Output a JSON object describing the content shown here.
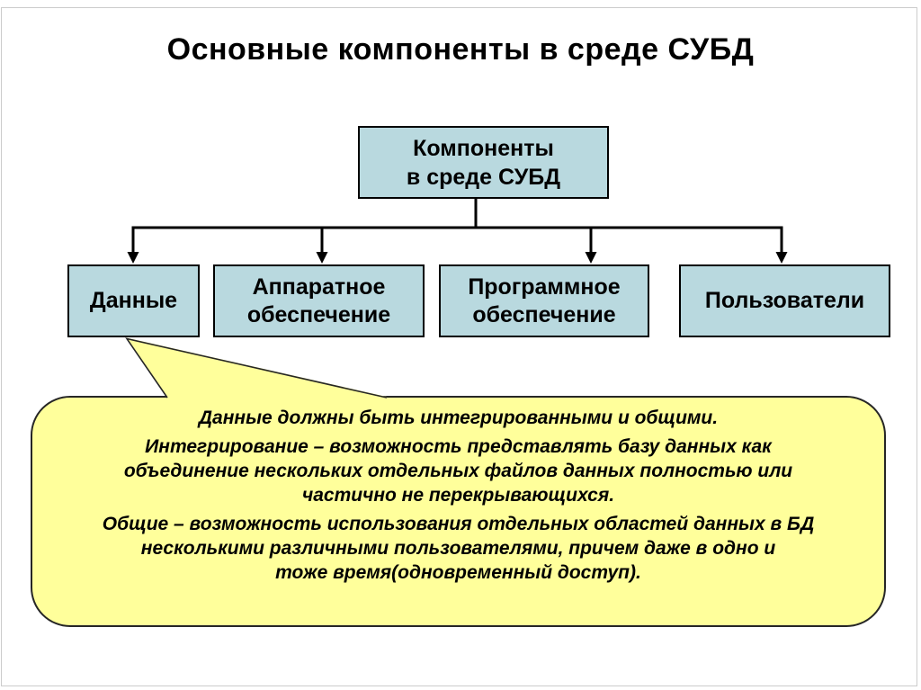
{
  "slide": {
    "title": "Основные компоненты в среде СУБД"
  },
  "diagram": {
    "root": {
      "label": "Компоненты в среде СУБД",
      "lines": [
        "Компоненты",
        "в среде СУБД"
      ]
    },
    "children": [
      {
        "label": "Данные"
      },
      {
        "label": "Аппаратное обеспечение"
      },
      {
        "label": "Программное обеспечение"
      },
      {
        "label": "Пользователи"
      }
    ]
  },
  "callout": {
    "attached_to": "Данные",
    "paragraphs": [
      {
        "lines": [
          "Данные должны быть интегрированными и общими."
        ]
      },
      {
        "lines": [
          "Интегрирование – возможность представлять базу данных как",
          "объединение нескольких отдельных файлов данных полностью или",
          "частично не перекрывающихся."
        ]
      },
      {
        "lines": [
          "Общие – возможность использования отдельных областей данных в БД",
          "несколькими различными пользователями, причем даже в одно и",
          "тоже время(одновременный доступ)."
        ]
      }
    ]
  },
  "colors": {
    "node_fill": "#b9d9df",
    "node_border": "#000000",
    "callout_fill": "#ffff9b",
    "callout_border": "#262626",
    "connector": "#000000",
    "title_text": "#000000"
  }
}
